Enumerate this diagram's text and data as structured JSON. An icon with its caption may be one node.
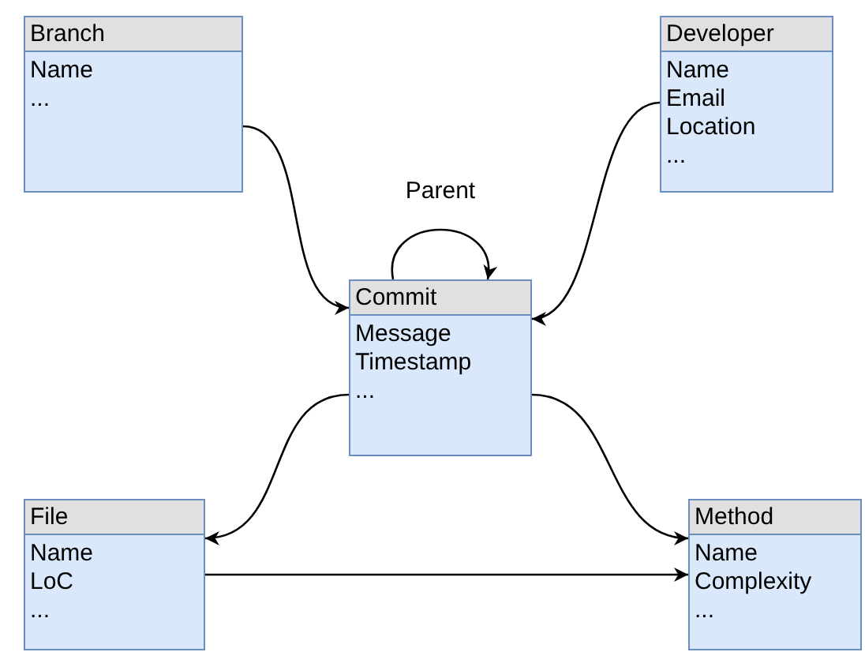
{
  "diagram": {
    "nodes": [
      {
        "text": [
          "Branch",
          "Name",
          "..."
        ]
      },
      {
        "text": [
          "Developer",
          "Name",
          "Email",
          "Location",
          "..."
        ]
      },
      {
        "text": [
          "Commit",
          "Message",
          "Timestamp",
          "..."
        ]
      },
      {
        "text": [
          "File",
          "Name",
          "LoC",
          "..."
        ]
      },
      {
        "text": [
          "Method",
          "Name",
          "Complexity",
          "..."
        ]
      }
    ],
    "edges": [
      {
        "from": 0,
        "to": 2,
        "arrow": "to"
      },
      {
        "from": 1,
        "to": 2,
        "arrow": "to"
      },
      {
        "from": 2,
        "to": 2,
        "arrow": "to",
        "label": "Parent"
      },
      {
        "from": 2,
        "to": 3,
        "arrow": "to"
      },
      {
        "from": 2,
        "to": 4,
        "arrow": "to"
      },
      {
        "from": 3,
        "to": 4,
        "arrow": "to"
      }
    ]
  }
}
